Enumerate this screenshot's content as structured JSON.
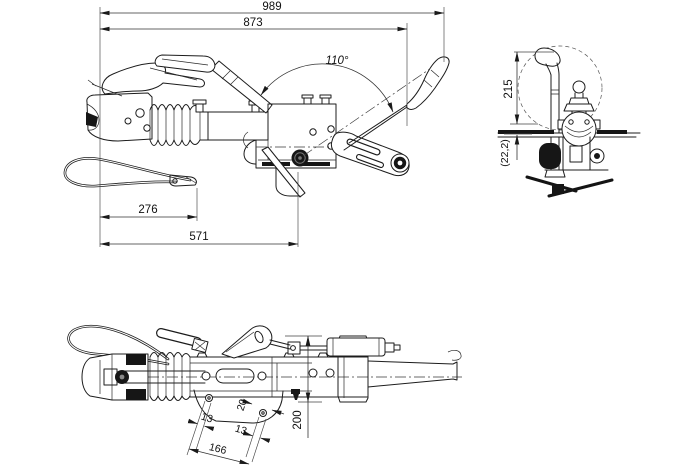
{
  "drawing": {
    "side_view": {
      "d989": "989",
      "d873": "873",
      "angle": "110°",
      "d276": "276",
      "d571": "571"
    },
    "front_view": {
      "d215": "215",
      "d22": "(22,2)"
    },
    "top_view": {
      "d200": "200",
      "d20": "20",
      "d13a": "13",
      "d13b": "13",
      "d166": "166"
    }
  }
}
